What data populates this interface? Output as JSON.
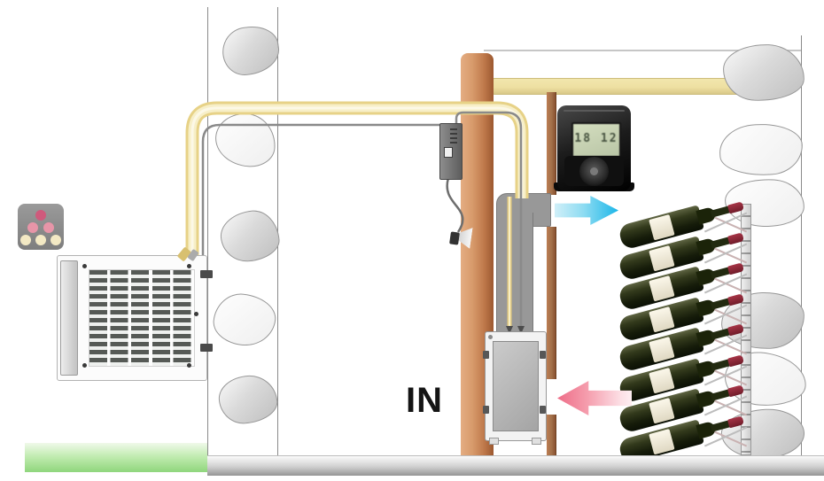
{
  "scene": {
    "type": "wine-cellar split cooling system installation diagram",
    "room_label": "IN",
    "thermostat": {
      "lcd_text": "18 12"
    },
    "airflow": {
      "supply_arrow_color": "#1cb6e8",
      "return_arrow_color": "#ee6d88"
    },
    "piping": {
      "insulated_line_color": "#f3e9c0",
      "power_wire_color": "#8a8a8a"
    },
    "wine_rack": {
      "bottle_count": 8
    },
    "brand_icon": {
      "bg_color": "#7e7e7e",
      "dot_top_color": "#cf5a7c",
      "dot_mid_color": "#e795a8",
      "dot_bottom_color": "#f3e9c4"
    },
    "outdoor": {
      "grass_color": "#8fd67c"
    },
    "structure": {
      "post_color": "#c07a4c",
      "beam_color": "#eee0a2",
      "board_color": "#a2704a",
      "stone_outline_color": "#8a8a8a"
    }
  }
}
